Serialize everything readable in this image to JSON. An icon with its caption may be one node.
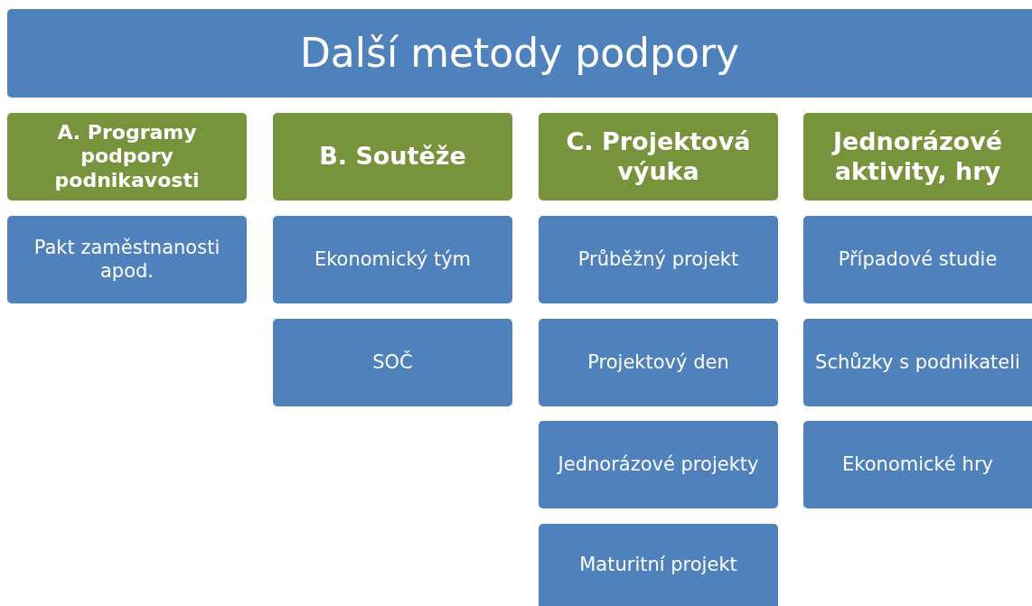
{
  "diagram": {
    "nodes": [
      {
        "text": [
          "Další metody podpory"
        ]
      },
      {
        "text": [
          "A. Programy podpory podnikavosti"
        ]
      },
      {
        "text": [
          "Pakt zaměstnanosti apod."
        ]
      },
      {
        "text": [
          "B. Soutěže"
        ]
      },
      {
        "text": [
          "Ekonomický tým"
        ]
      },
      {
        "text": [
          "SOČ"
        ]
      },
      {
        "text": [
          "C. Projektová výuka"
        ]
      },
      {
        "text": [
          "Průběžný projekt"
        ]
      },
      {
        "text": [
          "Projektový den"
        ]
      },
      {
        "text": [
          "Jednorázové projekty"
        ]
      },
      {
        "text": [
          "Maturitní projekt"
        ]
      },
      {
        "text": [
          "Jednorázové aktivity, hry"
        ]
      },
      {
        "text": [
          "Případové studie"
        ]
      },
      {
        "text": [
          "Schůzky s podnikateli"
        ]
      },
      {
        "text": [
          "Ekonomické hry"
        ]
      }
    ]
  }
}
